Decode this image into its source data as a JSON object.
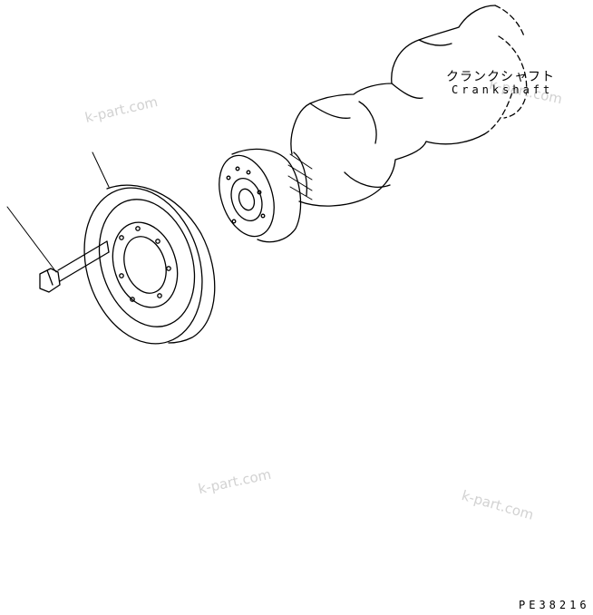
{
  "labels": {
    "crankshaft_jp": "クランクシャフト",
    "crankshaft_en": "Crankshaft",
    "drawing_code": "PE38216"
  },
  "watermarks": [
    "k-part.com",
    "k-part.com",
    "k-part.com",
    "k-part.com"
  ],
  "colors": {
    "line": "#000000",
    "watermark": "#d2d2d2",
    "background": "#ffffff"
  }
}
